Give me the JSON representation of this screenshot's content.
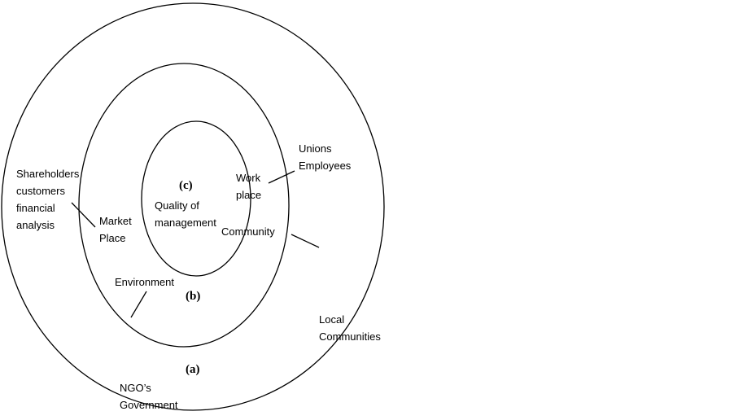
{
  "rings": {
    "outer_label": "(a)",
    "middle_label": "(b)",
    "inner_label": "(c)"
  },
  "labels": {
    "quality_line1": "Quality of",
    "quality_line2": "management",
    "work_line1": "Work",
    "work_line2": "place",
    "market_line1": "Market",
    "market_line2": "Place",
    "community": "Community",
    "environment": "Environment",
    "unions_line1": "Unions",
    "unions_line2": "Employees",
    "shareholders_line1": "Shareholders",
    "shareholders_line2": "customers",
    "shareholders_line3": "financial",
    "shareholders_line4": "analysis",
    "local_line1": "Local",
    "local_line2": "Communities",
    "ngo_line1": "NGO’s",
    "ngo_line2": "Government"
  }
}
